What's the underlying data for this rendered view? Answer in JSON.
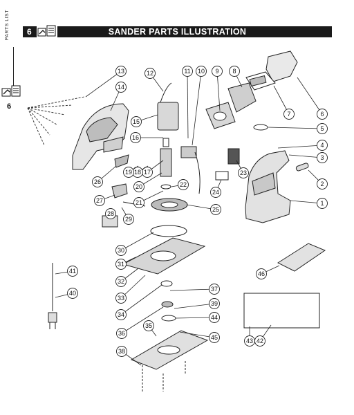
{
  "sidebar": {
    "label": "PARTS LIST",
    "page_number": "6"
  },
  "header": {
    "page_number": "6",
    "title": "SANDER PARTS ILLUSTRATION"
  },
  "callouts": [
    {
      "id": "c1",
      "label": "1"
    },
    {
      "id": "c2",
      "label": "2"
    },
    {
      "id": "c3",
      "label": "3"
    },
    {
      "id": "c4",
      "label": "4"
    },
    {
      "id": "c5",
      "label": "5"
    },
    {
      "id": "c6",
      "label": "6"
    },
    {
      "id": "c7",
      "label": "7"
    },
    {
      "id": "c8",
      "label": "8"
    },
    {
      "id": "c9",
      "label": "9"
    },
    {
      "id": "c10",
      "label": "10"
    },
    {
      "id": "c11",
      "label": "11"
    },
    {
      "id": "c12",
      "label": "12"
    },
    {
      "id": "c13",
      "label": "13"
    },
    {
      "id": "c14",
      "label": "14"
    },
    {
      "id": "c15",
      "label": "15"
    },
    {
      "id": "c16",
      "label": "16"
    },
    {
      "id": "c17",
      "label": "17"
    },
    {
      "id": "c18",
      "label": "18"
    },
    {
      "id": "c19",
      "label": "19"
    },
    {
      "id": "c20",
      "label": "20"
    },
    {
      "id": "c21",
      "label": "21"
    },
    {
      "id": "c22",
      "label": "22"
    },
    {
      "id": "c23",
      "label": "23"
    },
    {
      "id": "c24",
      "label": "24"
    },
    {
      "id": "c25",
      "label": "25"
    },
    {
      "id": "c26",
      "label": "26"
    },
    {
      "id": "c27",
      "label": "27"
    },
    {
      "id": "c28",
      "label": "28"
    },
    {
      "id": "c29",
      "label": "29"
    },
    {
      "id": "c30",
      "label": "30"
    },
    {
      "id": "c31",
      "label": "31"
    },
    {
      "id": "c32",
      "label": "32"
    },
    {
      "id": "c33",
      "label": "33"
    },
    {
      "id": "c34",
      "label": "34"
    },
    {
      "id": "c35",
      "label": "35"
    },
    {
      "id": "c36",
      "label": "36"
    },
    {
      "id": "c37",
      "label": "37"
    },
    {
      "id": "c38",
      "label": "38"
    },
    {
      "id": "c39",
      "label": "39"
    },
    {
      "id": "c40",
      "label": "40"
    },
    {
      "id": "c41",
      "label": "41"
    },
    {
      "id": "c42",
      "label": "42"
    },
    {
      "id": "c43",
      "label": "43"
    },
    {
      "id": "c44",
      "label": "44"
    },
    {
      "id": "c45",
      "label": "45"
    },
    {
      "id": "c46",
      "label": "46"
    }
  ]
}
